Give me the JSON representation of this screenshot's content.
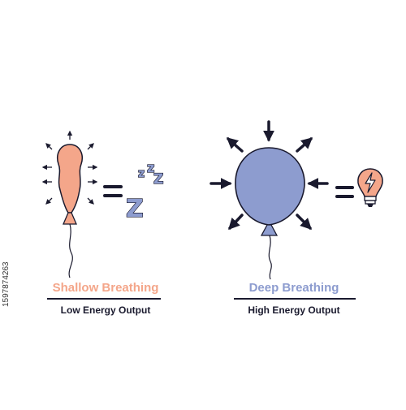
{
  "colors": {
    "shallow": "#f4a68a",
    "deep": "#8d9ccf",
    "ink": "#1a1a2e",
    "bulb": "#f4a68a"
  },
  "shallow": {
    "title": "Shallow Breathing",
    "subtitle": "Low Energy Output",
    "equals_icon": "equals-icon",
    "result_icon": "sleep-zzz-icon",
    "zzz": [
      "z",
      "z",
      "Z",
      "Z"
    ]
  },
  "deep": {
    "title": "Deep Breathing",
    "subtitle": "High Energy Output",
    "equals_icon": "equals-icon",
    "result_icon": "lightbulb-energy-icon"
  },
  "watermark": "1597874263"
}
